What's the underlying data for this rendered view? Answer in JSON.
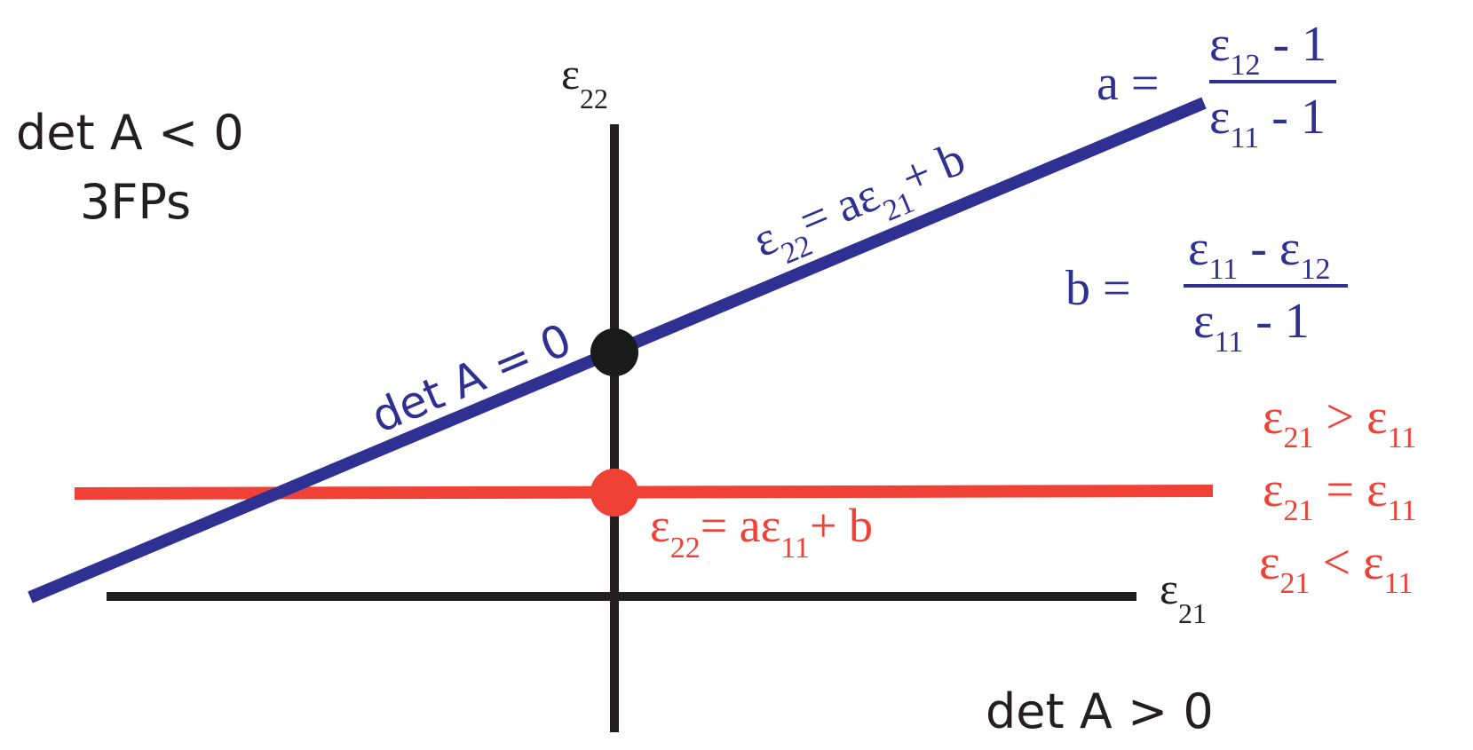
{
  "colors": {
    "axis": "#231f20",
    "blue": "#2e3192",
    "red": "#ef4136",
    "black_dot": "#1a1a1a"
  },
  "labels": {
    "region_left_line1": "det A < 0",
    "region_left_line2": "3FPs",
    "region_bottom": "det A > 0",
    "det_zero": "det A = 0",
    "axis_y_symbol": "ε",
    "axis_y_sub": "22",
    "axis_x_symbol": "ε",
    "axis_x_sub": "21"
  },
  "blue_line_eq": {
    "lhs_symbol": "ε",
    "lhs_sub": "22",
    "mid": "= aε",
    "mid_sub": "21",
    "rhs": "+ b"
  },
  "red_line_eq": {
    "lhs_symbol": "ε",
    "lhs_sub": "22",
    "mid": "= aε",
    "mid_sub": "11",
    "rhs": "+ b"
  },
  "formula_a": {
    "lhs": "a =",
    "num_symbol": "ε",
    "num_sub": "12",
    "num_tail": " - 1",
    "den_symbol": "ε",
    "den_sub": "11",
    "den_tail": " - 1"
  },
  "formula_b": {
    "lhs": "b =",
    "num_symbol1": "ε",
    "num_sub1": "11",
    "num_mid": " - ε",
    "num_sub2": "12",
    "den_symbol": "ε",
    "den_sub": "11",
    "den_tail": " - 1"
  },
  "conditions": [
    {
      "lhs": "ε",
      "lhs_sub": "21",
      "op": " > ε",
      "rhs_sub": "11"
    },
    {
      "lhs": "ε",
      "lhs_sub": "21",
      "op": " = ε",
      "rhs_sub": "11"
    },
    {
      "lhs": "ε",
      "lhs_sub": "21",
      "op": " < ε",
      "rhs_sub": "11"
    }
  ]
}
